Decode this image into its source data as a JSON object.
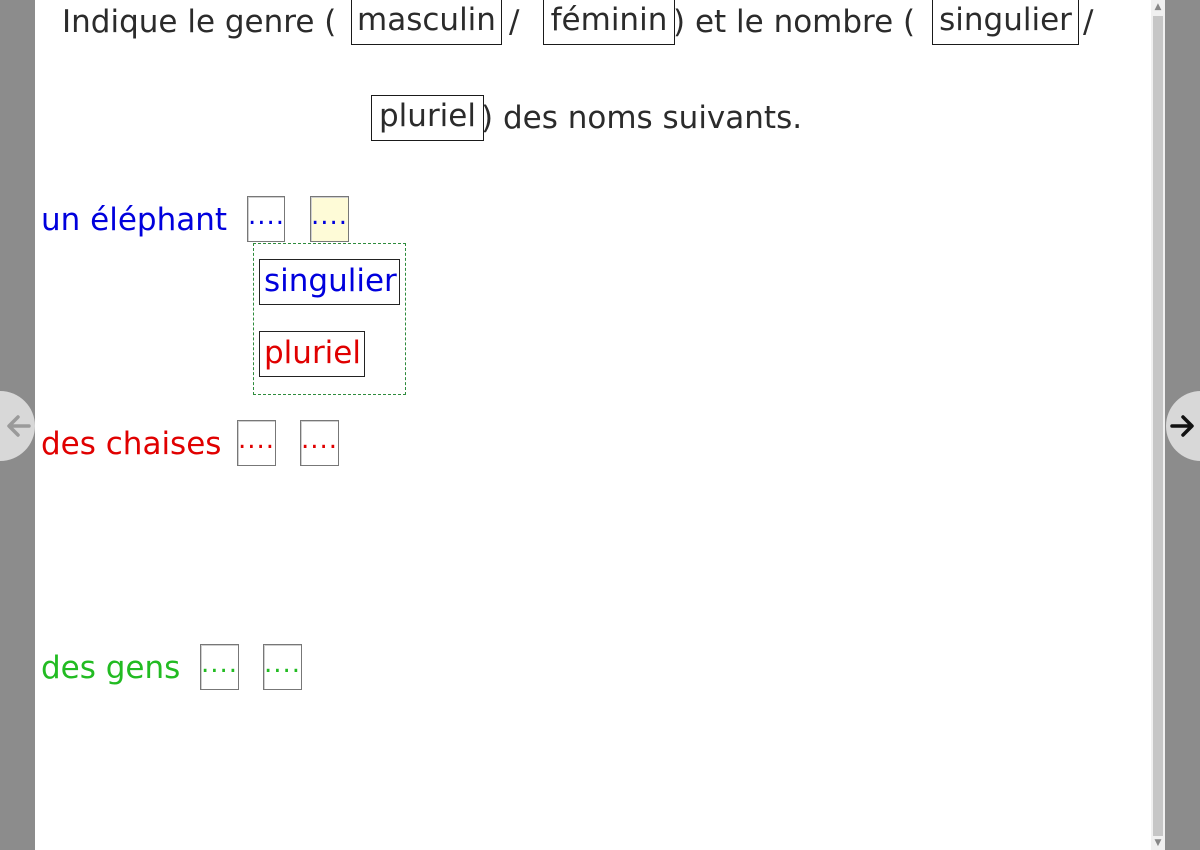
{
  "instruction": {
    "part1": "Indique le genre (",
    "sep1": " / ",
    "part2": ") et le nombre (",
    "sep2": " /",
    "part3": ") des noms suivants.",
    "keywords": {
      "masculin": "masculin",
      "feminin": "féminin",
      "singulier": "singulier",
      "pluriel": "pluriel"
    }
  },
  "nouns": [
    {
      "text": "un éléphant",
      "color": "#0000dd",
      "slot1": "....",
      "slot2": "...."
    },
    {
      "text": "des chaises",
      "color": "#e00000",
      "slot1": "....",
      "slot2": "...."
    },
    {
      "text": "des gens",
      "color": "#22bb22",
      "slot1": "....",
      "slot2": "...."
    }
  ],
  "dropdown": {
    "options": [
      {
        "label": "singulier",
        "color": "#0000dd"
      },
      {
        "label": "pluriel",
        "color": "#e00000"
      }
    ]
  },
  "nav": {
    "prev_icon": "arrow-left-icon",
    "next_icon": "arrow-right-icon"
  }
}
